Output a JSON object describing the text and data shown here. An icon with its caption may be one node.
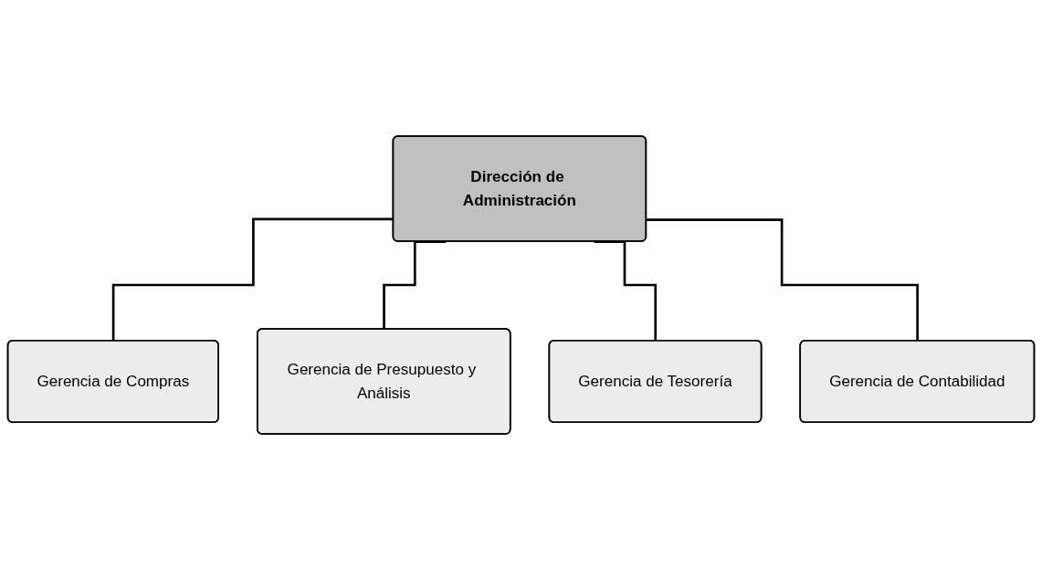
{
  "diagram": {
    "nodes": [
      {
        "text": [
          "Dirección de Administración"
        ]
      },
      {
        "text": [
          "Gerencia de Compras"
        ]
      },
      {
        "text": [
          "Gerencia de Presupuesto y Análisis"
        ]
      },
      {
        "text": [
          "Gerencia de Tesorería"
        ]
      },
      {
        "text": [
          "Gerencia de Contabilidad"
        ]
      }
    ],
    "edges": [
      {
        "from": 0,
        "to": 1,
        "arrow": "none"
      },
      {
        "from": 0,
        "to": 2,
        "arrow": "none"
      },
      {
        "from": 0,
        "to": 3,
        "arrow": "none"
      },
      {
        "from": 0,
        "to": 4,
        "arrow": "none"
      }
    ]
  }
}
